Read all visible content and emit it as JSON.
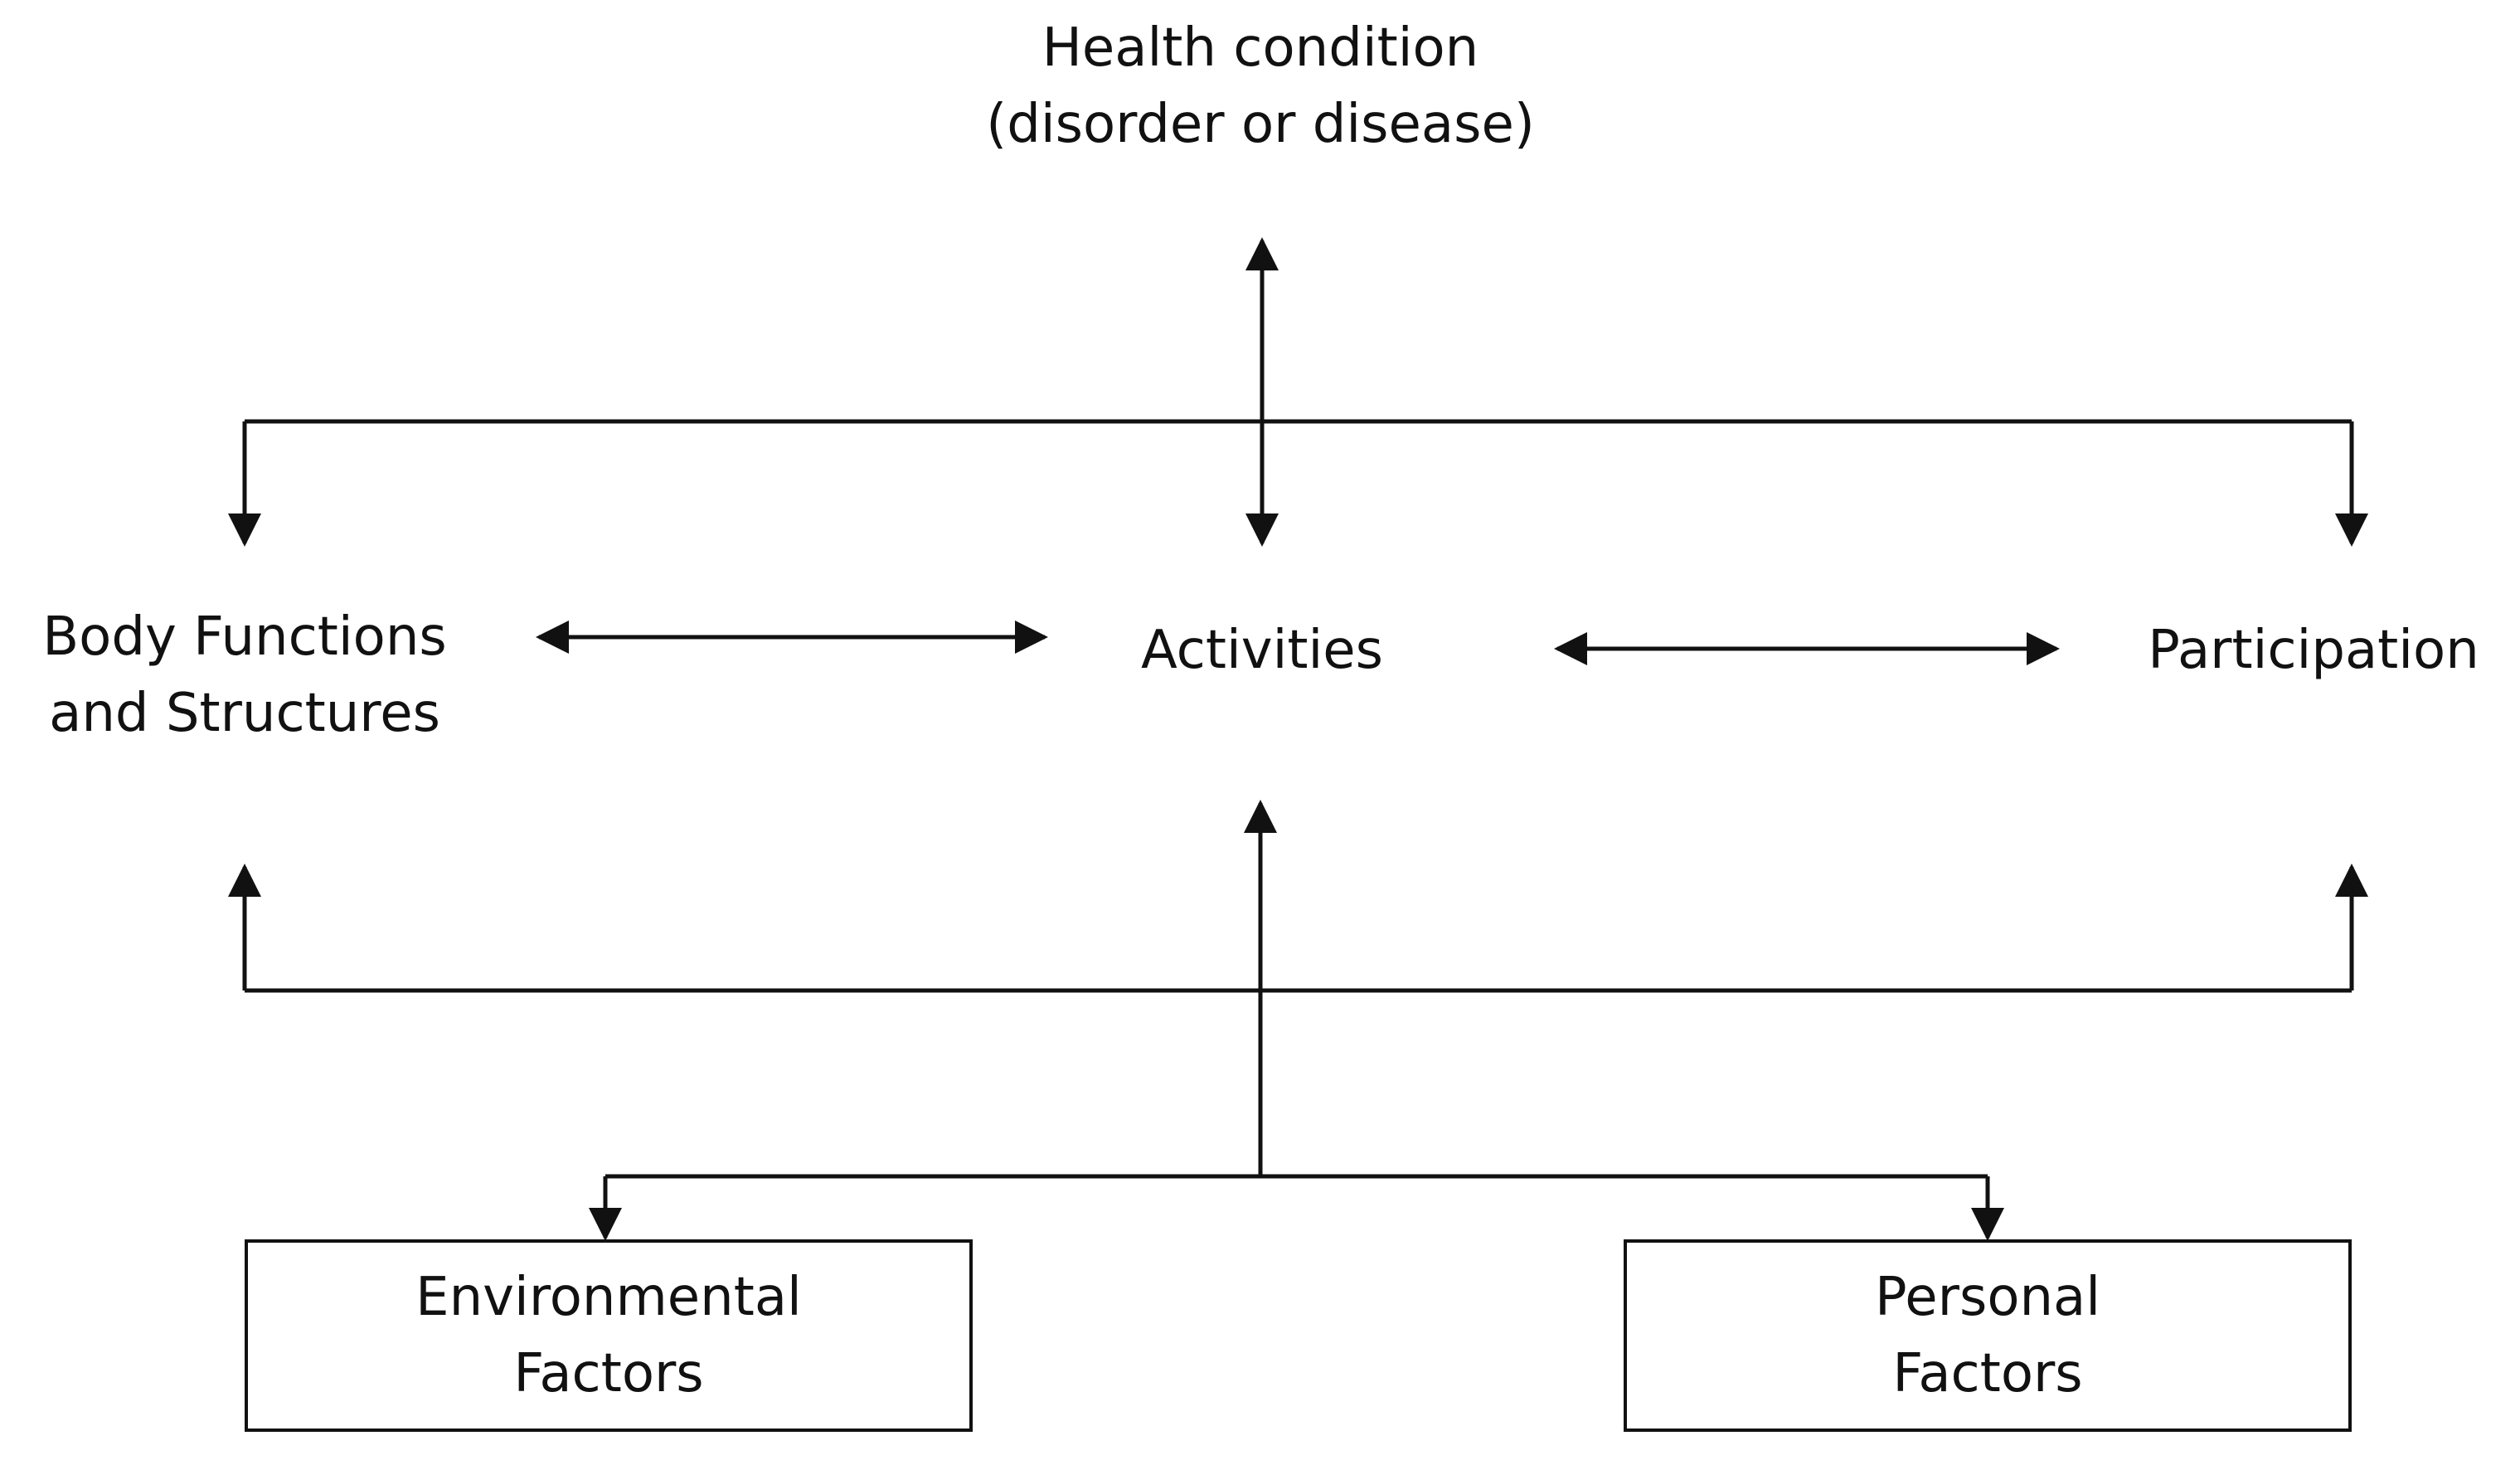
{
  "diagram": {
    "health_condition": {
      "line1": "Health condition",
      "line2": "(disorder or disease)"
    },
    "body_functions": {
      "line1": "Body Functions",
      "line2": "and Structures"
    },
    "activities": {
      "label": "Activities"
    },
    "participation": {
      "label": "Participation"
    },
    "environmental_factors": {
      "line1": "Environmental",
      "line2": "Factors"
    },
    "personal_factors": {
      "line1": "Personal",
      "line2": "Factors"
    }
  }
}
